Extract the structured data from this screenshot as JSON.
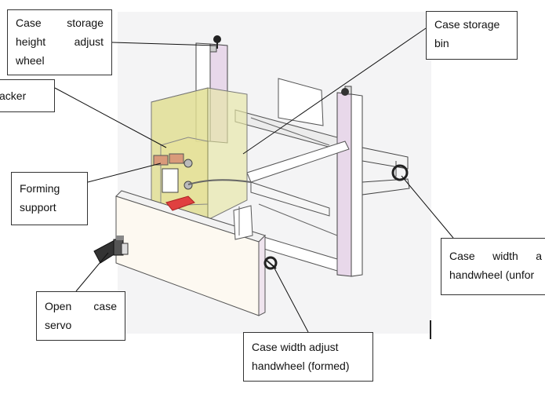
{
  "callouts": {
    "storage_height_wheel": {
      "lines": [
        [
          "Case",
          "storage"
        ],
        [
          "height",
          "adjust"
        ],
        [
          "wheel"
        ]
      ]
    },
    "storage_bin": {
      "lines": [
        [
          "Case storage"
        ],
        [
          "bin"
        ]
      ]
    },
    "stacker": {
      "lines": [
        [
          "acker"
        ]
      ]
    },
    "forming_support": {
      "lines": [
        [
          "Forming"
        ],
        [
          "support"
        ]
      ]
    },
    "width_handwheel_unformed": {
      "lines": [
        [
          "Case",
          "width",
          "a"
        ],
        [
          "handwheel (unfor"
        ]
      ]
    },
    "open_case_servo": {
      "lines": [
        [
          "Open",
          "case"
        ],
        [
          "servo"
        ]
      ]
    },
    "width_handwheel_formed": {
      "lines": [
        [
          "Case width adjust"
        ],
        [
          "handwheel (formed)"
        ]
      ]
    }
  }
}
